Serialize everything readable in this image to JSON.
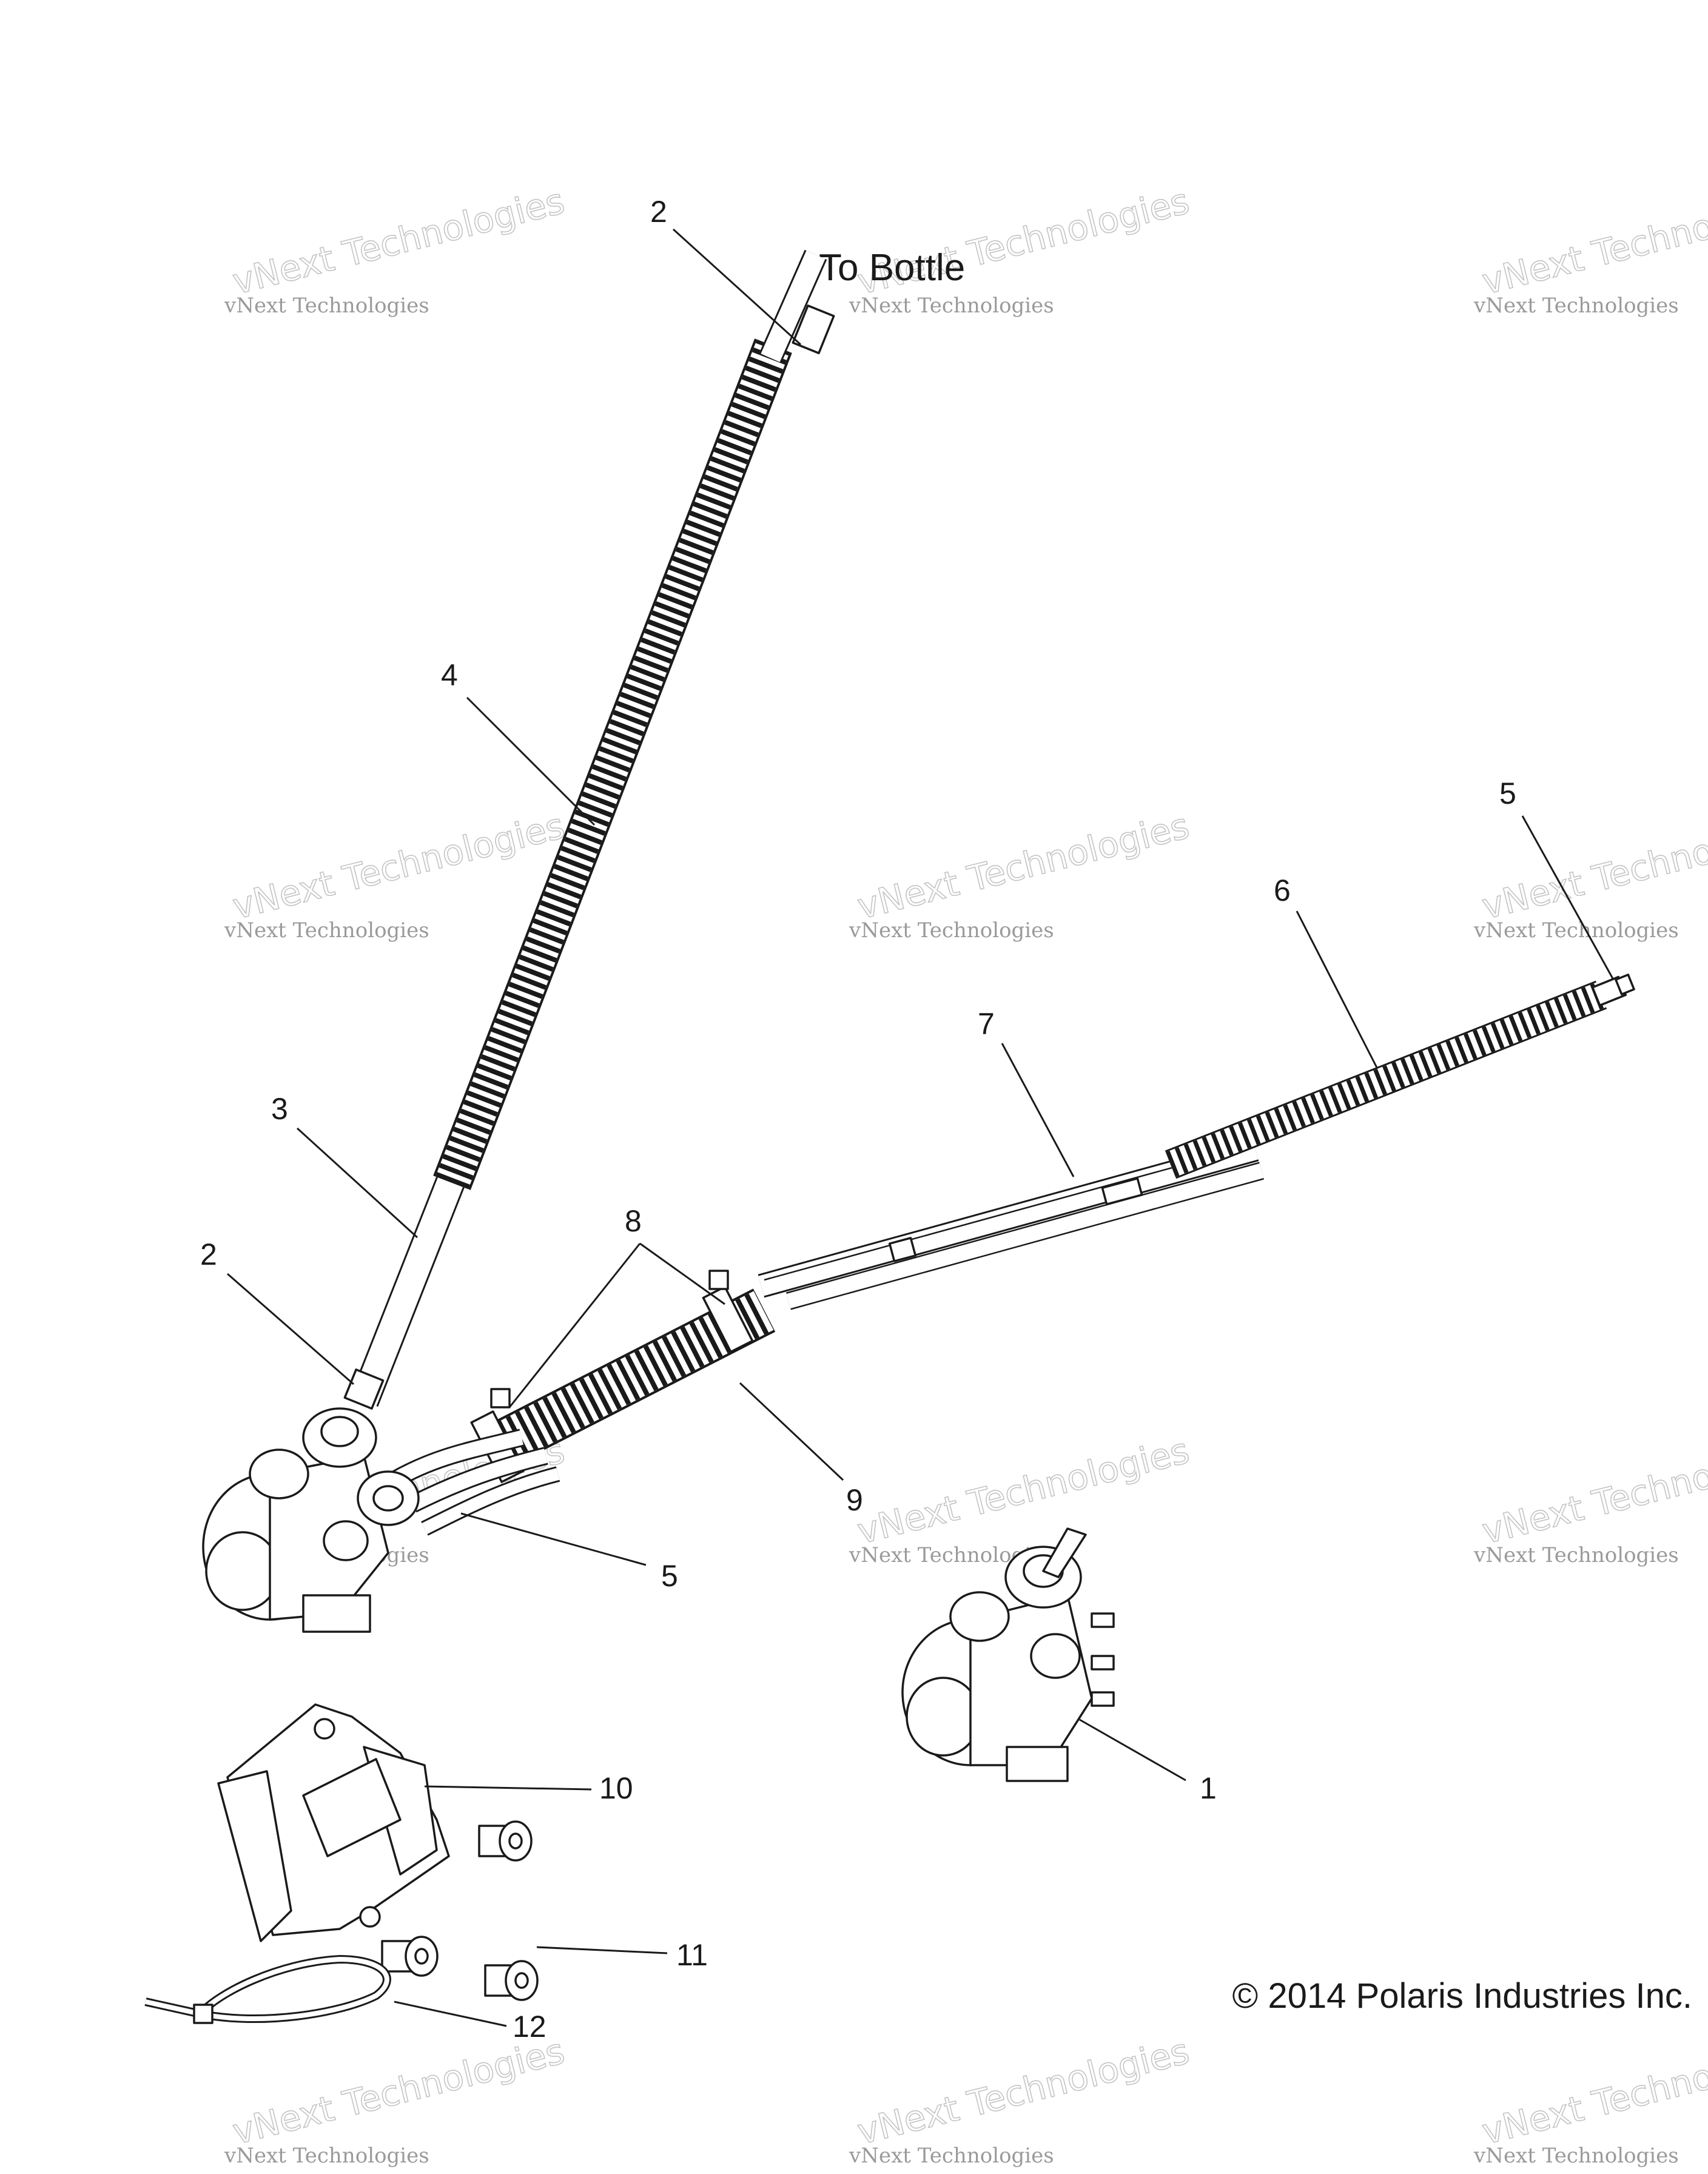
{
  "caption": "To Bottle",
  "copyright": "© 2014 Polaris Industries Inc.",
  "watermark": {
    "line1": "vNext Technologies",
    "line2": "vNext Technologies"
  },
  "callouts": [
    {
      "label": "2"
    },
    {
      "label": "4"
    },
    {
      "label": "3"
    },
    {
      "label": "2"
    },
    {
      "label": "5"
    },
    {
      "label": "6"
    },
    {
      "label": "7"
    },
    {
      "label": "8"
    },
    {
      "label": "9"
    },
    {
      "label": "5"
    },
    {
      "label": "1"
    },
    {
      "label": "10"
    },
    {
      "label": "11"
    },
    {
      "label": "12"
    }
  ]
}
